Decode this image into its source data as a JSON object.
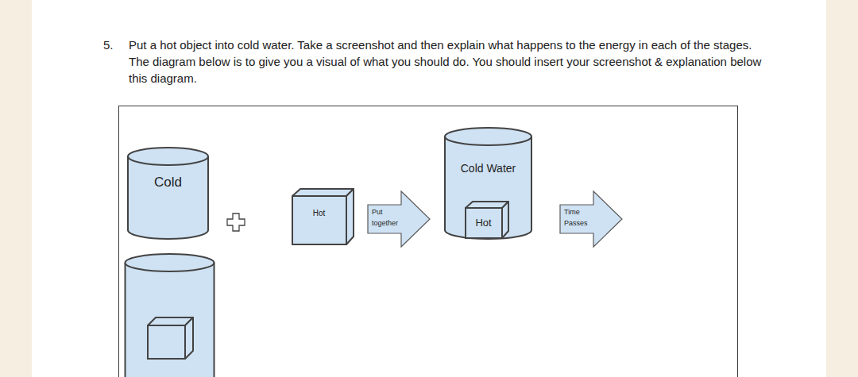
{
  "diagram": {
    "nodes": [
      {
        "text": [
          "Cold"
        ]
      },
      {
        "text": [
          "Hot"
        ]
      },
      {
        "text": [
          "Put together"
        ]
      },
      {
        "text": [
          "Cold Water"
        ]
      },
      {
        "text": [
          "Hot"
        ],
        "in": 3
      },
      {
        "text": [
          "Time Passes"
        ]
      }
    ],
    "labels": [
      "5.",
      "Put a hot object into cold water. Take a screenshot and then explain what happens to the energy in each of the stages. The diagram below is to give you a visual of what you should do. You should insert your screenshot & explanation below this diagram."
    ]
  }
}
